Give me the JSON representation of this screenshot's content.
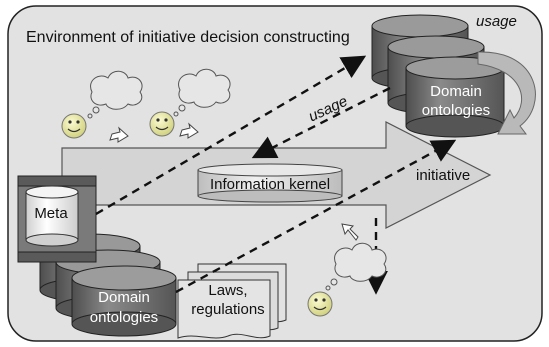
{
  "title": "Environment of initiative decision constructing",
  "usage_top": "usage",
  "usage_mid": "usage",
  "domain_ontologies_top": "Domain ontologies",
  "information_kernel": "Information kernel",
  "initiative": "initiative",
  "meta": "Meta",
  "domain_ontologies_bottom": "Domain ontologies",
  "laws_regulations": "Laws, regulations",
  "colors": {
    "frame_fill": "#e0e0e0",
    "arrow_fill": "#d8d8d8",
    "cylinder_dark": "#6e6e6e",
    "cylinder_light": "#d6d6d6",
    "smiley": "#e6e6a0"
  }
}
